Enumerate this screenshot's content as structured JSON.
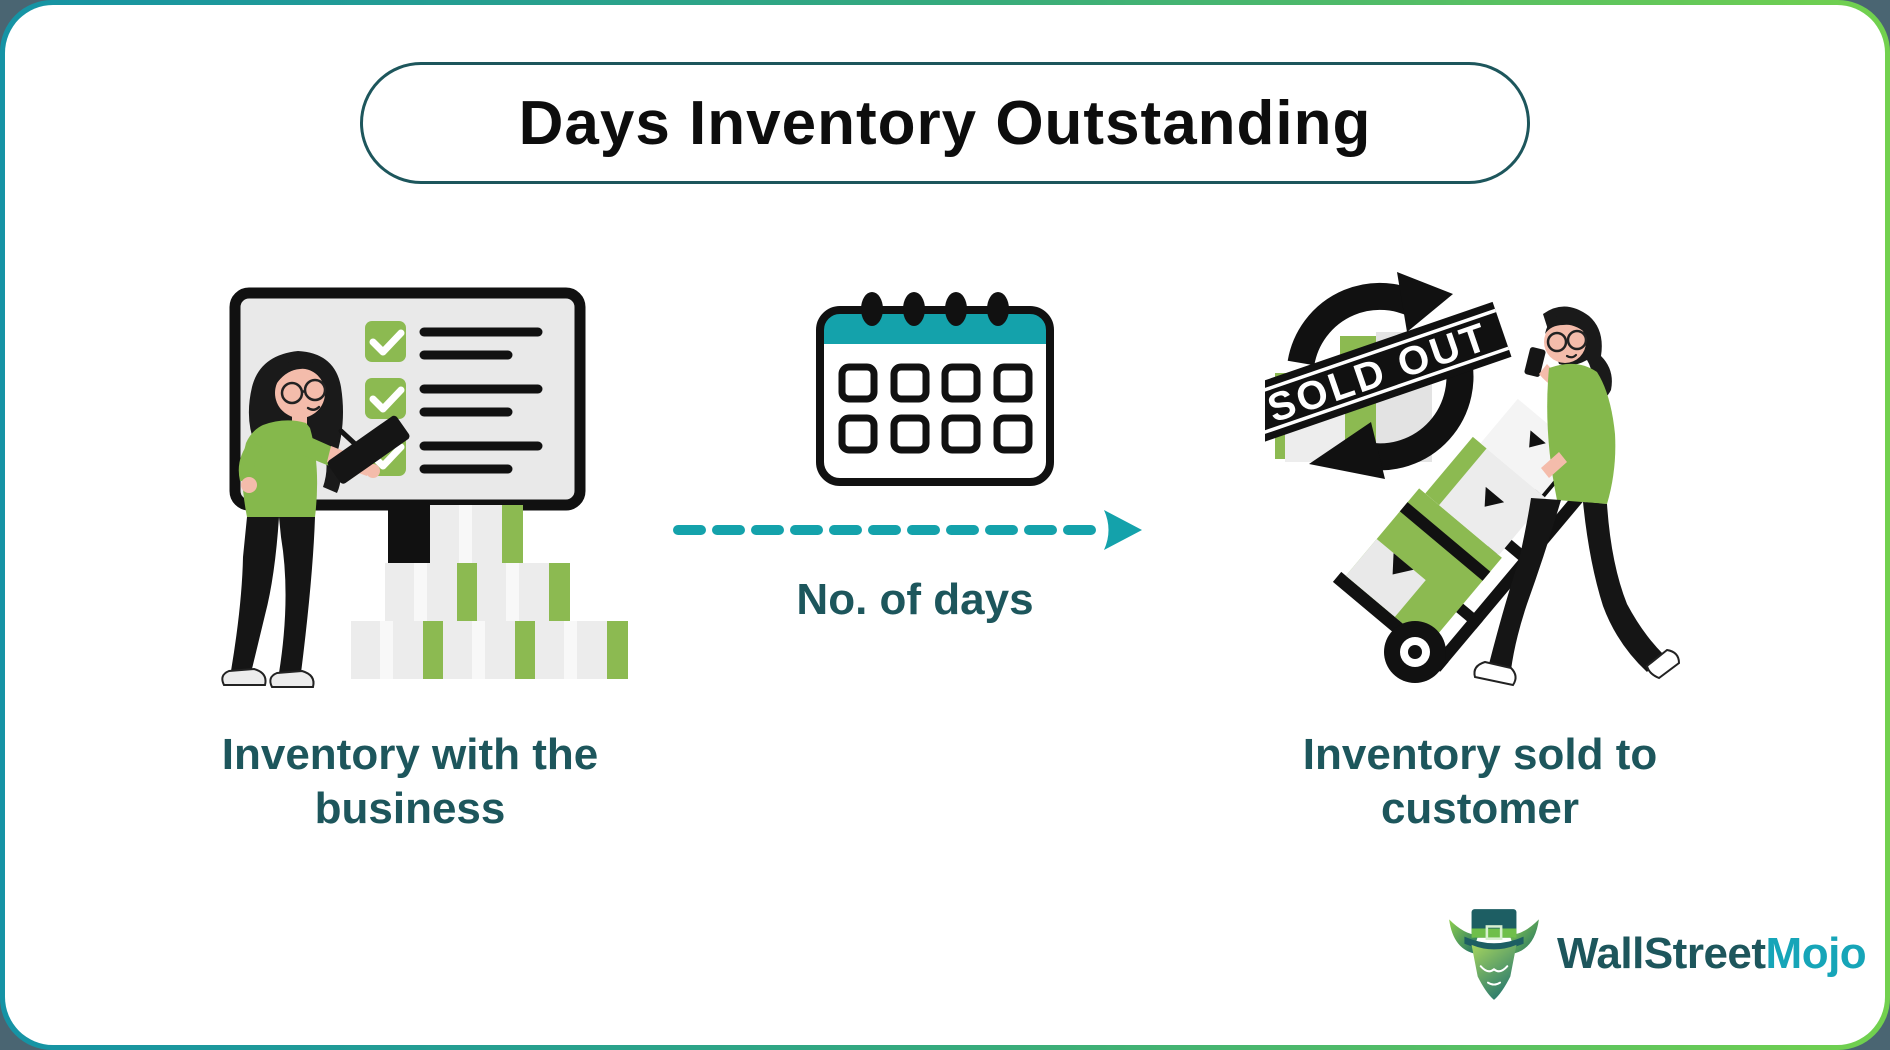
{
  "header": {
    "title": "Days Inventory Outstanding"
  },
  "flow": {
    "left": {
      "caption": "Inventory with the business"
    },
    "middle": {
      "arrow_label": "No. of days"
    },
    "right": {
      "caption": "Inventory sold to customer",
      "sold_out_label": "SOLD OUT"
    }
  },
  "brand": {
    "name_part1": "WallStreet",
    "name_part2": "Mojo"
  },
  "icons": [
    "checklist-board-illustration",
    "calendar-icon",
    "dashed-arrow-icon",
    "sold-out-cycle-icon",
    "hand-truck-illustration",
    "bull-logo-icon"
  ],
  "colors": {
    "teal_accent": "#14a2ab",
    "dark_teal_text": "#1d565c",
    "green_accent": "#8cba51",
    "border_gradient_start": "#1593a5",
    "border_gradient_end": "#72d14e",
    "outer_background": "#4a6572",
    "title_text": "#0d0d0d",
    "banner_black": "#111111"
  }
}
